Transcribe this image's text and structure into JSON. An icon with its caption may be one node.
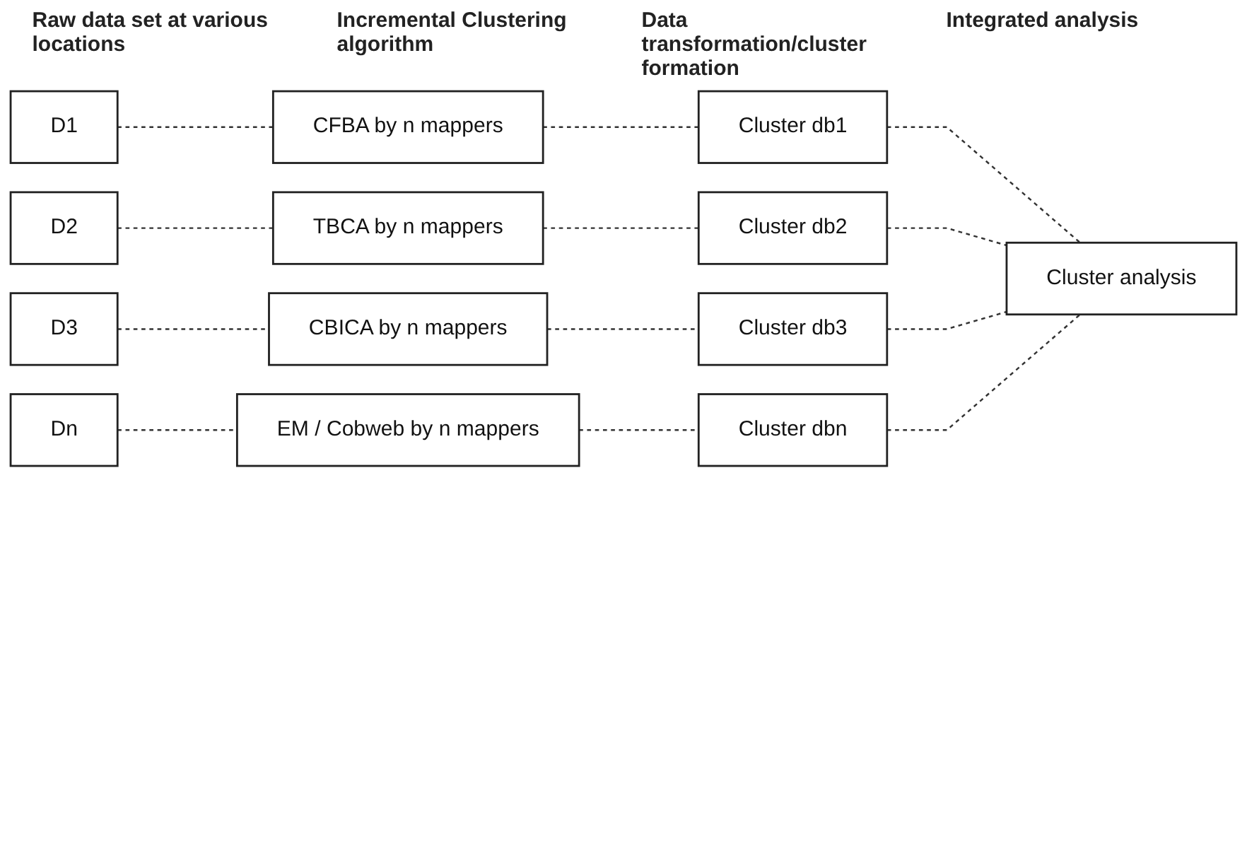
{
  "diagram": {
    "nodes": [
      {
        "text": [
          "D1"
        ]
      },
      {
        "text": [
          "CFBA by n mappers"
        ]
      },
      {
        "text": [
          "Cluster db1"
        ]
      },
      {
        "text": [
          "D2"
        ]
      },
      {
        "text": [
          "TBCA by n mappers"
        ]
      },
      {
        "text": [
          "Cluster db2"
        ]
      },
      {
        "text": [
          "D3"
        ]
      },
      {
        "text": [
          "CBICA by n mappers"
        ]
      },
      {
        "text": [
          "Cluster db3"
        ]
      },
      {
        "text": [
          "Cluster analysis"
        ]
      },
      {
        "text": [
          "Dn"
        ]
      },
      {
        "text": [
          "EM / Cobweb by n mappers"
        ]
      },
      {
        "text": [
          "Cluster dbn"
        ]
      }
    ],
    "edges": [
      {
        "from": 0,
        "to": 1,
        "arrow": "none",
        "style": "dashed"
      },
      {
        "from": 1,
        "to": 2,
        "arrow": "none",
        "style": "dashed"
      },
      {
        "from": 2,
        "to": 9,
        "arrow": "none",
        "style": "dashed"
      },
      {
        "from": 3,
        "to": 4,
        "arrow": "none",
        "style": "dashed"
      },
      {
        "from": 4,
        "to": 5,
        "arrow": "none",
        "style": "dashed"
      },
      {
        "from": 5,
        "to": 9,
        "arrow": "none",
        "style": "dashed"
      },
      {
        "from": 6,
        "to": 7,
        "arrow": "none",
        "style": "dashed"
      },
      {
        "from": 7,
        "to": 8,
        "arrow": "none",
        "style": "dashed"
      },
      {
        "from": 8,
        "to": 9,
        "arrow": "none",
        "style": "dashed"
      },
      {
        "from": 10,
        "to": 11,
        "arrow": "none",
        "style": "dashed"
      },
      {
        "from": 11,
        "to": 12,
        "arrow": "none",
        "style": "dashed"
      },
      {
        "from": 12,
        "to": 9,
        "arrow": "none",
        "style": "dashed"
      }
    ],
    "labels": [
      "Raw data set at various locations",
      "Incremental Clustering algorithm",
      "Data transformation/cluster formation",
      "Integrated analysis"
    ]
  }
}
